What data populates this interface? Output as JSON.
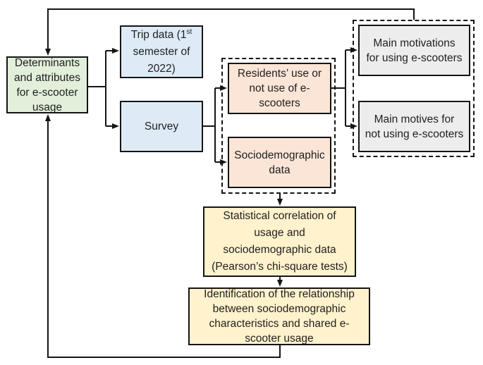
{
  "diagram": {
    "colors": {
      "green": "#E2EFDA",
      "blue": "#DEEBF7",
      "pink": "#FBE5D6",
      "gray": "#EDEDED",
      "yellow": "#FFF2CC",
      "line": "#141414"
    },
    "nodes": {
      "determinants": {
        "label": "Determinants\nand attributes\nfor e-scooter\nusage"
      },
      "trip_data": {
        "prefix": "Trip data (1",
        "superscript": "st",
        "rest": "\nsemester of\n2022)"
      },
      "survey": {
        "label": "Survey"
      },
      "residents_use": {
        "label": "Residents’ use or\nnot use of e-\nscooters"
      },
      "sociodemographic": {
        "label": "Sociodemographic\ndata"
      },
      "motivations": {
        "label": "Main motivations\nfor using e-scooters"
      },
      "motives": {
        "label": "Main motives for\nnot using e-scooters"
      },
      "statistical": {
        "label": "Statistical correlation of\nusage and\nsociodemographic data\n(Pearson’s chi-square tests)"
      },
      "identification": {
        "label": "Identification of the relationship\nbetween sociodemographic\ncharacteristics and shared e-\nscooter usage"
      }
    }
  }
}
